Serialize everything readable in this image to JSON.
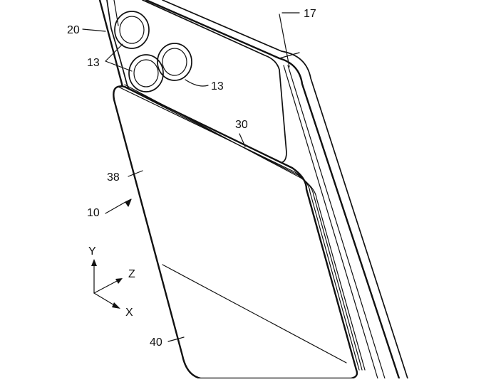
{
  "labels": {
    "housing": "20",
    "side_frame": "17",
    "camera_a": "13",
    "camera_b": "13",
    "cover_edge": "30",
    "cover_surface": "38",
    "device": "10",
    "lower_region": "40"
  },
  "axes": {
    "y": "Y",
    "z": "Z",
    "x": "X"
  },
  "colors": {
    "line": "#111111",
    "background": "#ffffff"
  }
}
